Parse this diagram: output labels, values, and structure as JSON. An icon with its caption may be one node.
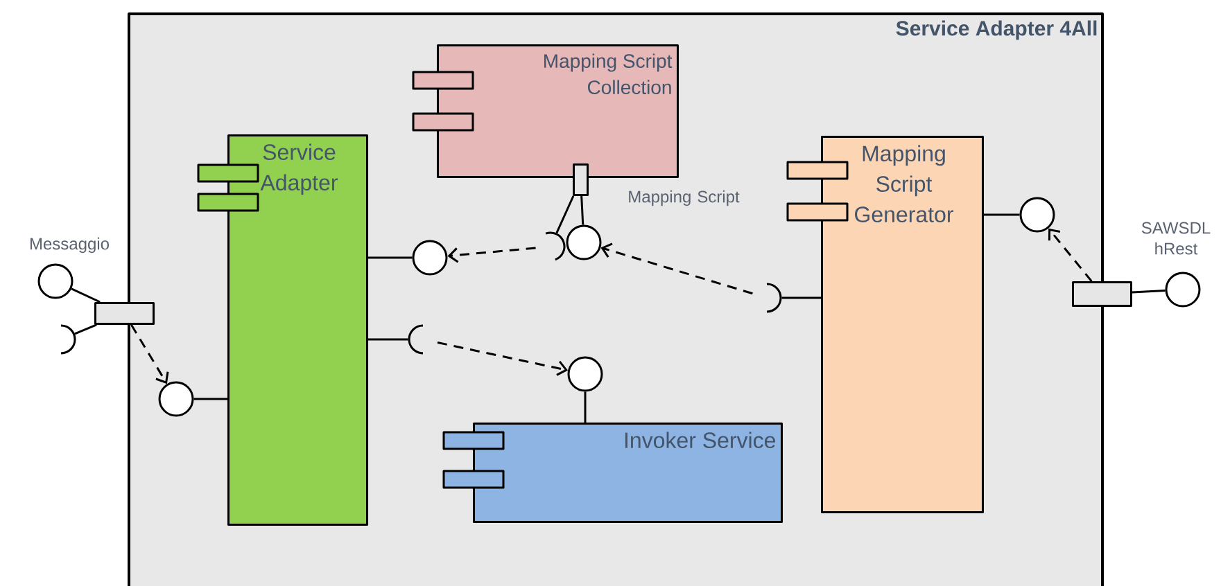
{
  "diagram": {
    "nodes": [
      {
        "text": [
          "Service Adapter 4All"
        ]
      },
      {
        "text": [
          "Mapping Script Collection"
        ],
        "in": 0
      },
      {
        "text": [
          "Service Adapter"
        ],
        "in": 0
      },
      {
        "text": [
          "Mapping Script Generator"
        ],
        "in": 0
      },
      {
        "text": [
          "Invoker Service"
        ],
        "in": 0
      },
      {
        "text": [],
        "shape": "box"
      },
      {
        "text": [],
        "shape": "circle"
      },
      {
        "text": [],
        "shape": "socket"
      },
      {
        "text": [],
        "shape": "circle",
        "in": 0
      },
      {
        "text": [],
        "shape": "circle",
        "in": 0
      },
      {
        "text": [],
        "shape": "socket",
        "in": 0
      },
      {
        "text": [],
        "shape": "box",
        "in": 0
      },
      {
        "text": [],
        "shape": "socket",
        "in": 0
      },
      {
        "text": [],
        "shape": "circle",
        "in": 0
      },
      {
        "text": [],
        "shape": "socket",
        "in": 0
      },
      {
        "text": [],
        "shape": "circle",
        "in": 0
      },
      {
        "text": [],
        "shape": "circle",
        "in": 0
      },
      {
        "text": [],
        "shape": "box"
      },
      {
        "text": [],
        "shape": "circle"
      }
    ],
    "edges": [
      {
        "from": 5,
        "to": 6,
        "arrow": "none"
      },
      {
        "from": 5,
        "to": 7,
        "arrow": "none"
      },
      {
        "from": 5,
        "to": 8,
        "arrow": "to",
        "style": "dashed"
      },
      {
        "from": 8,
        "to": 2,
        "arrow": "none"
      },
      {
        "from": 2,
        "to": 9,
        "arrow": "none"
      },
      {
        "from": 2,
        "to": 10,
        "arrow": "none"
      },
      {
        "from": 11,
        "to": 12,
        "arrow": "none"
      },
      {
        "from": 11,
        "to": 13,
        "arrow": "none"
      },
      {
        "from": 12,
        "to": 9,
        "arrow": "to",
        "style": "dashed"
      },
      {
        "from": 14,
        "to": 13,
        "arrow": "to",
        "style": "dashed"
      },
      {
        "from": 14,
        "to": 3,
        "arrow": "none"
      },
      {
        "from": 10,
        "to": 15,
        "arrow": "to",
        "style": "dashed"
      },
      {
        "from": 15,
        "to": 4,
        "arrow": "none"
      },
      {
        "from": 3,
        "to": 16,
        "arrow": "none"
      },
      {
        "from": 17,
        "to": 16,
        "arrow": "to",
        "style": "dashed"
      },
      {
        "from": 17,
        "to": 18,
        "arrow": "none"
      }
    ],
    "labels": [
      "Messaggio",
      "Mapping Script",
      "SAWSDL hRest"
    ]
  }
}
